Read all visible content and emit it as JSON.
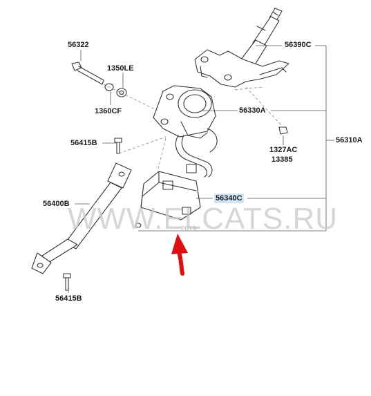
{
  "labels": {
    "p56322": "56322",
    "p1350LE": "1350LE",
    "p1360CF": "1360CF",
    "p56390C": "56390C",
    "p56330A": "56330A",
    "p56415B_top": "56415B",
    "p1327AC": "1327AC",
    "p13385": "13385",
    "p56310A": "56310A",
    "p56340C": "56340C",
    "p56400B": "56400B",
    "p56415B_bottom": "56415B"
  },
  "watermark": {
    "text": "WWW.ELCATS.RU",
    "year": "2019"
  },
  "colors": {
    "line": "#555555",
    "highlight": "#cfe6f7",
    "arrow": "#e01010",
    "watermark": "#c9c9c9"
  }
}
